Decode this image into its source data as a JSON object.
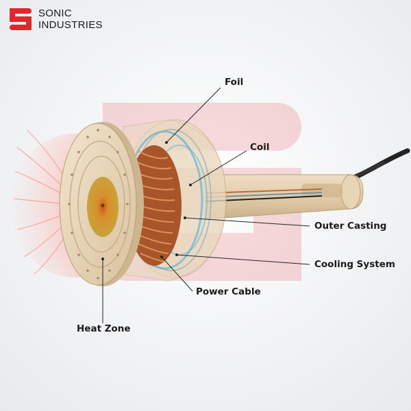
{
  "brand": {
    "line1": "SONIC",
    "line2": "INDUSTRIES",
    "color": "#e3262e"
  },
  "labels": {
    "foil": "Foil",
    "coil": "Coil",
    "outer_casting": "Outer Casting",
    "cooling_system": "Cooling System",
    "power_cable": "Power Cable",
    "heat_zone": "Heat Zone"
  },
  "colors": {
    "casing": "#e6d2b3",
    "coil": "#b8683a",
    "heat": "#ff5a4a",
    "cooling": "#69b6d4",
    "cable": "#222222"
  }
}
